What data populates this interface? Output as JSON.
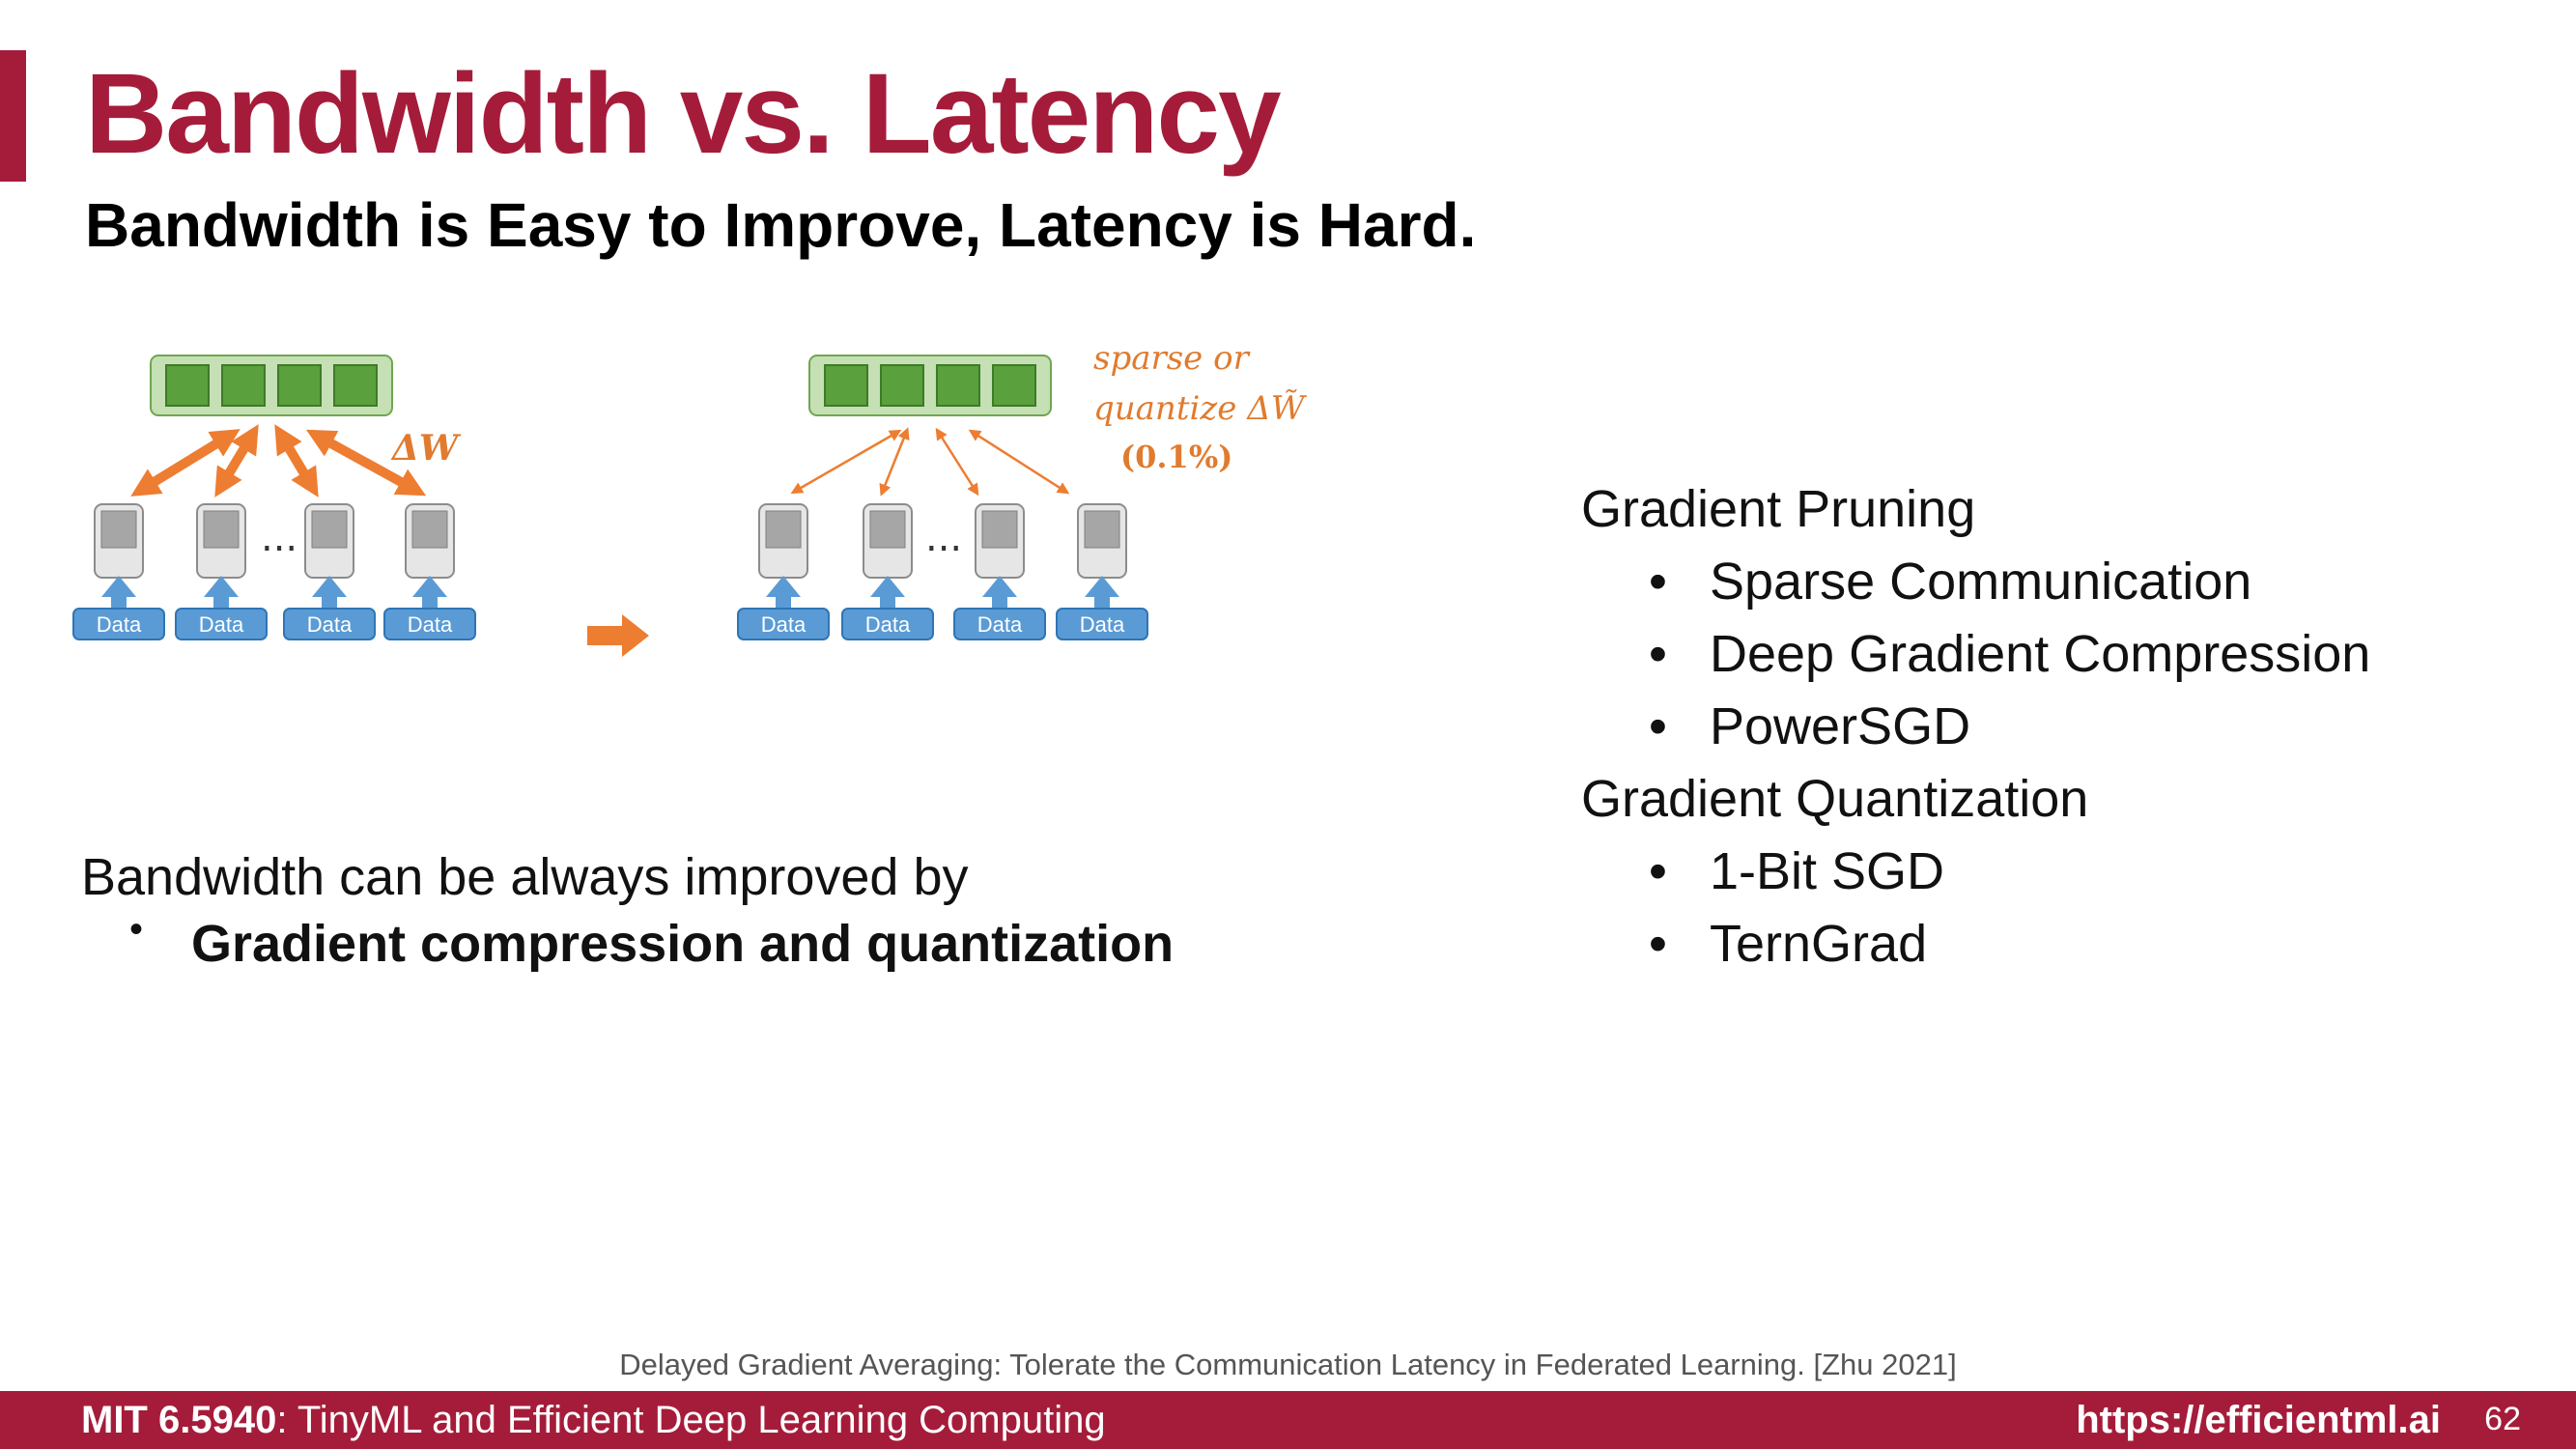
{
  "slide": {
    "title": "Bandwidth vs. Latency",
    "subtitle": "Bandwidth is Easy to Improve, Latency is Hard."
  },
  "diagram": {
    "data_label": "Data",
    "ellipsis": "...",
    "delta_label": "ΔW",
    "annotation_line1": "sparse or",
    "annotation_line2": "quantize ΔW̃",
    "annotation_line3": "(0.1%)",
    "colors": {
      "server": "#c5e0b4",
      "server_cell": "#5aa03c",
      "arrow": "#ed7d31",
      "data": "#5b9bd5",
      "worker": "#d9d9d9"
    }
  },
  "left": {
    "intro": "Bandwidth can be always improved by",
    "bullet": "Gradient compression and quantization",
    "bullet_glyph": "•"
  },
  "right": {
    "bullet_glyph": "•",
    "groups": [
      {
        "title": "Gradient Pruning",
        "items": [
          "Sparse Communication",
          "Deep Gradient Compression",
          "PowerSGD"
        ]
      },
      {
        "title": "Gradient Quantization",
        "items": [
          "1-Bit SGD",
          "TernGrad"
        ]
      }
    ]
  },
  "citation": "Delayed Gradient Averaging: Tolerate the Communication Latency in Federated Learning. [Zhu 2021]",
  "footer": {
    "course_code": "MIT 6.5940",
    "course_name": ": TinyML and Efficient Deep Learning Computing",
    "url": "https://efficientml.ai",
    "page": "62"
  }
}
